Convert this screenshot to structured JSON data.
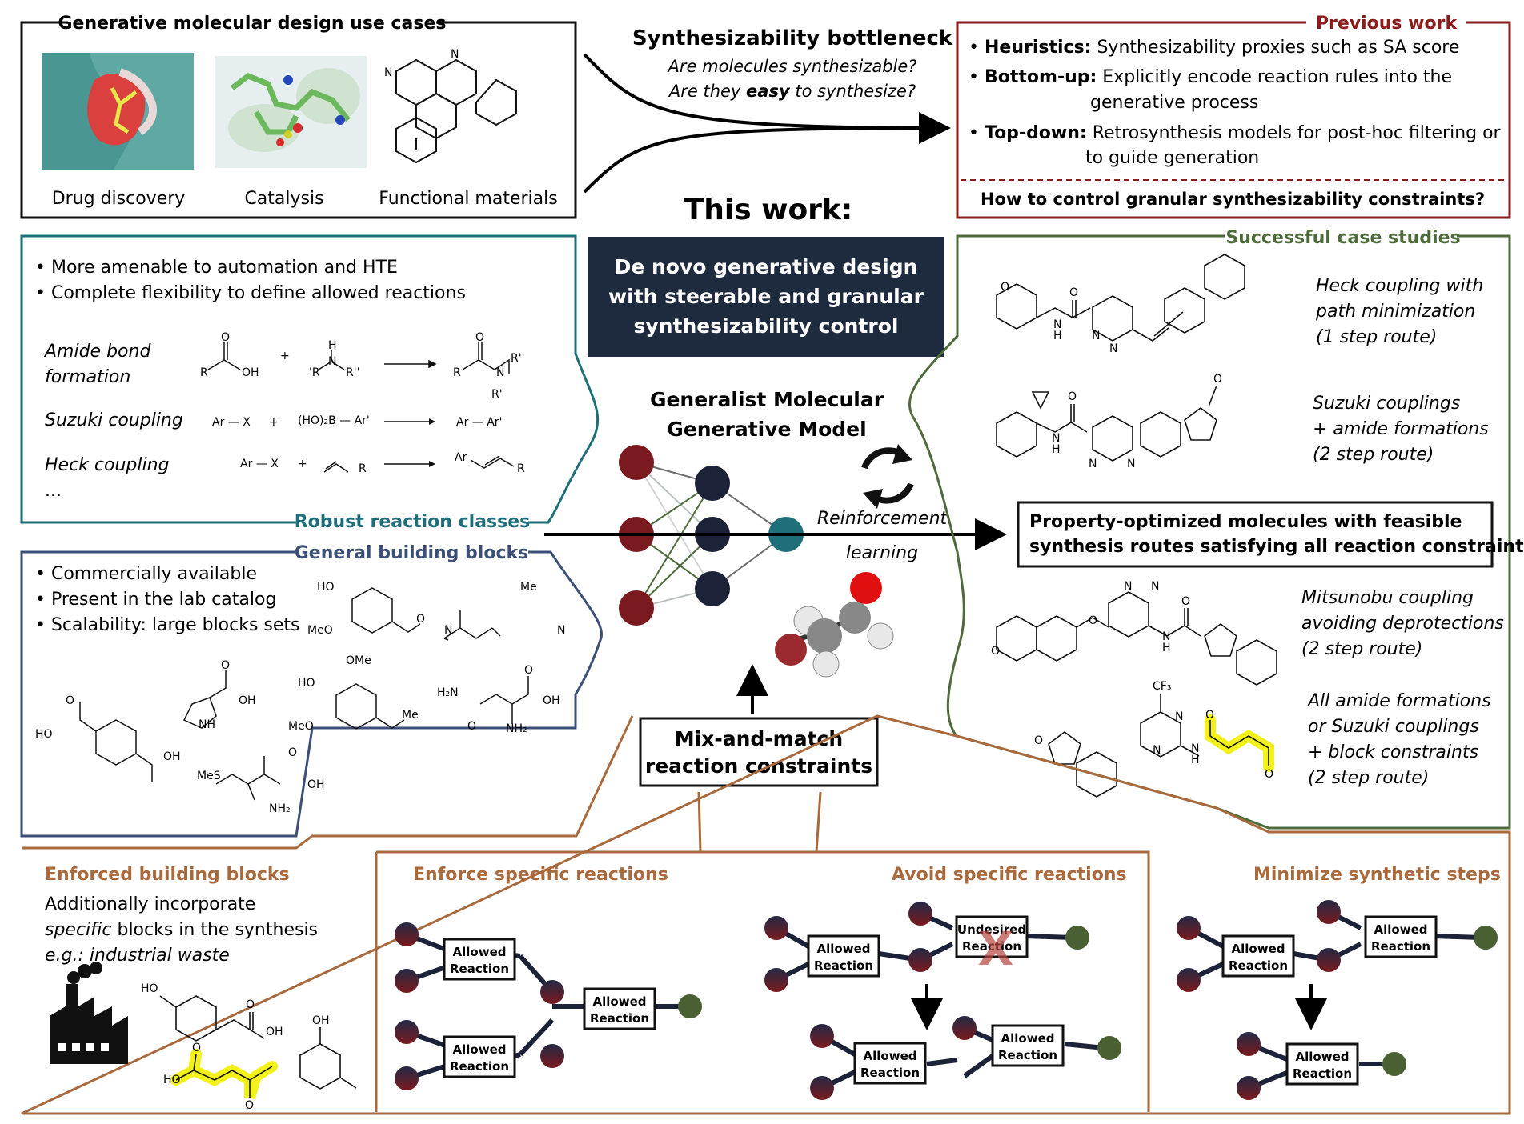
{
  "use_cases": {
    "title": "Generative molecular design use cases",
    "labels": [
      "Drug discovery",
      "Catalysis",
      "Functional materials"
    ]
  },
  "bottleneck": {
    "title": "Synthesizability bottleneck",
    "line1": "Are molecules synthesizable?",
    "line2_pre": "Are they ",
    "line2_bold": "easy",
    "line2_post": " to synthesize?"
  },
  "previous_work": {
    "title": "Previous work",
    "items": [
      {
        "label": "Heuristics:",
        "text": "Synthesizability proxies such as SA score",
        "cont": ""
      },
      {
        "label": "Bottom-up:",
        "text": "Explicitly encode reaction rules into the",
        "cont": "generative process"
      },
      {
        "label": "Top-down:",
        "text": "Retrosynthesis models for post-hoc filtering or",
        "cont": "to guide generation"
      }
    ],
    "question": "How to control granular synthesizability constraints?"
  },
  "this_work": {
    "label": "This work:",
    "box": [
      "De novo generative design",
      "with steerable and granular",
      "synthesizability control"
    ]
  },
  "model": {
    "title_line1": "Generalist Molecular",
    "title_line2": "Generative Model",
    "rl_line1": "Reinforcement",
    "rl_line2": "learning"
  },
  "reactions": {
    "bullets": [
      "• More amenable to automation and HTE",
      "• Complete flexibility to define allowed reactions"
    ],
    "names": [
      "Amide bond",
      "formation",
      "Suzuki coupling",
      "Heck coupling",
      "..."
    ],
    "footer": "Robust reaction classes",
    "chem": {
      "amide_r": "R",
      "amide_oh": "OH",
      "amide_o": "O",
      "plus": "+",
      "amine_h": "H",
      "amine_n": "N",
      "amine_r1": "'R",
      "amide_r2": "R''",
      "prod_r": "R",
      "prod_n": "N",
      "prod_r2": "R''",
      "prod_r1": "R'",
      "prod_o": "O",
      "suz_ar_x": "Ar — X",
      "suz_boron": "(HO)₂B — Ar'",
      "suz_prod": "Ar — Ar'",
      "heck_ar_x": "Ar — X",
      "heck_r": "R",
      "heck_ar": "Ar",
      "heck_prod_r": "R"
    }
  },
  "building_blocks": {
    "title": "General building blocks",
    "bullets": [
      "• Commercially available",
      "• Present in the lab catalog",
      "• Scalability: large blocks sets"
    ],
    "chem": {
      "ho1": "HO",
      "meo1": "MeO",
      "o1": "O",
      "me1": "Me",
      "n1": "N",
      "n2": "N",
      "o2": "O",
      "ho2": "HO",
      "oh2": "OH",
      "o3": "O",
      "oh3": "OH",
      "nh3": "NH",
      "ome4": "OMe",
      "ho4": "HO",
      "meo4": "MeO",
      "me4": "Me",
      "h2n5": "H₂N",
      "o5a": "O",
      "oh5": "OH",
      "o5b": "O",
      "nh2_5": "NH₂",
      "mes6": "MeS",
      "o6": "O",
      "oh6": "OH",
      "nh2_6": "NH₂"
    }
  },
  "case_studies": {
    "title": "Successful case studies",
    "cases": [
      [
        "Heck coupling with",
        "path minimization",
        "(1 step route)"
      ],
      [
        "Suzuki couplings",
        "+ amide formations",
        "(2 step route)"
      ],
      [
        "Mitsunobu coupling",
        "avoiding deprotections",
        "(2 step route)"
      ],
      [
        "All amide formations",
        "or Suzuki couplings",
        "+ block constraints",
        "(2 step route)"
      ]
    ],
    "result": [
      "Property-optimized molecules with feasible",
      "synthesis routes satisfying all reaction constraints"
    ],
    "chem": {
      "c1_o": "O",
      "c1_o2": "O",
      "c1_n": "N",
      "c1_h": "H",
      "c1_n2": "N",
      "c1_n3": "N",
      "c2_o": "O",
      "c2_n": "N",
      "c2_h": "H",
      "c2_n2": "N",
      "c2_n3": "N",
      "c2_o2": "O",
      "c3_o": "O",
      "c3_o2": "O",
      "c3_n": "N",
      "c3_n2": "N",
      "c3_n3": "N",
      "c3_h": "H",
      "c3_o3": "O",
      "c4_cf3": "CF₃",
      "c4_o": "O",
      "c4_n": "N",
      "c4_n2": "N",
      "c4_n3": "N",
      "c4_h": "H",
      "c4_o2": "O",
      "c4_o3": "O"
    }
  },
  "mix": {
    "line1": "Mix-and-match",
    "line2": "reaction constraints"
  },
  "bottom": {
    "enforced_blocks": {
      "title": "Enforced building blocks",
      "line1": "Additionally incorporate",
      "line2_it": "specific",
      "line2_rest": " blocks in the synthesis",
      "line3": "e.g.: industrial waste",
      "chem": {
        "ho1": "HO",
        "o1": "O",
        "oh1": "OH",
        "ho2": "HO",
        "o2": "O",
        "o3": "O",
        "oh3": "OH"
      }
    },
    "enforce_title": "Enforce specific reactions",
    "avoid_title": "Avoid specific reactions",
    "minimize_title": "Minimize synthetic steps",
    "allowed_l1": "Allowed",
    "allowed_l2": "Reaction",
    "undesired_l1": "Undesired",
    "undesired_l2": "Reaction"
  },
  "colors": {
    "teal": "#1e6f7a",
    "navy": "#3b4f77",
    "green": "#4e6b3a",
    "darkred": "#8a1c1c",
    "brown": "#a86a3d",
    "box_dark": "#1e2a3d",
    "node_red": "#7a1a1e",
    "node_navy": "#1c2237",
    "node_teal": "#1e6f7a",
    "node_green": "#4a5f32",
    "highlight": "#f2f21a"
  }
}
